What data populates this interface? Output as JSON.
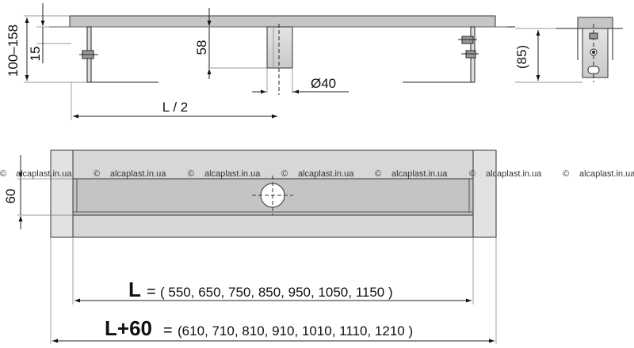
{
  "side_view": {
    "dim_height_range": "100–158",
    "dim_flange": "15",
    "dim_outlet_height": "58",
    "dim_outlet_diameter": "Ø40",
    "dim_half_length": "L / 2",
    "dim_overall_height": "(85)"
  },
  "plan_view": {
    "dim_width": "60"
  },
  "watermark": {
    "symbol": "©",
    "text": "alcaplast.in.ua"
  },
  "length_table": {
    "L": {
      "symbol": "L",
      "equals": "=",
      "values": "( 550, 650, 750, 850, 950, 1050, 1150 )"
    },
    "L60": {
      "symbol": "L+60",
      "equals": "=",
      "values": "(610, 710, 810, 910, 1010, 1110, 1210 )"
    }
  }
}
